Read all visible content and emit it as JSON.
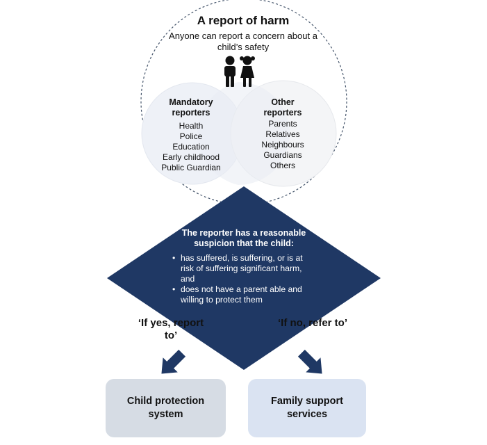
{
  "header": {
    "title": "A report of harm",
    "subtitle": "Anyone can report a concern about a child’s safety"
  },
  "icons": {
    "children": "children-icon"
  },
  "mandatory": {
    "heading": "Mandatory reporters",
    "items": [
      "Health",
      "Police",
      "Education",
      "Early childhood",
      "Public Guardian"
    ]
  },
  "other": {
    "heading": "Other reporters",
    "items": [
      "Parents",
      "Relatives",
      "Neighbours",
      "Guardians",
      "Others"
    ]
  },
  "criteria": {
    "heading": "The reporter has a reasonable suspicion that the child:",
    "items": [
      "has suffered, is suffering, or is at risk of suffering significant harm, and",
      "does not have a parent able and willing to protect them"
    ]
  },
  "branches": {
    "yes": "‘If yes, report to’",
    "no": "‘If no, refer to’"
  },
  "outcomes": {
    "left": "Child protection system",
    "right": "Family support services"
  },
  "colors": {
    "navy": "#1f3864",
    "circle_fill": "#f2f4f9",
    "dashed_outline": "#44546a",
    "box_left": "#d6dce4",
    "box_right": "#dae3f2"
  }
}
